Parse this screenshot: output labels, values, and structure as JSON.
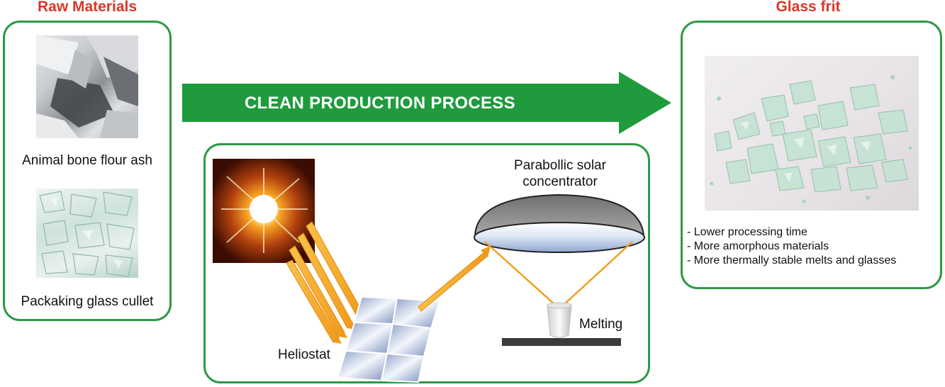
{
  "raw_materials": {
    "title": "Raw Materials",
    "items": [
      {
        "label": "Animal bone flour ash"
      },
      {
        "label": "Packaking glass cullet"
      }
    ]
  },
  "process": {
    "arrow_label": "CLEAN PRODUCTION PROCESS",
    "concentrator_label": "Parabollic solar concentrator",
    "melting_label": "Melting",
    "heliostat_label": "Heliostat"
  },
  "glass_frit": {
    "title": "Glass frit",
    "bullets": [
      "- Lower processing time",
      "- More amorphous materials",
      "- More thermally stable melts and glasses"
    ]
  },
  "colors": {
    "title_red": "#d7382b",
    "panel_green": "#2c9a45",
    "arrow_green": "#1f9a3c",
    "beam_orange": "#f2a52a"
  }
}
